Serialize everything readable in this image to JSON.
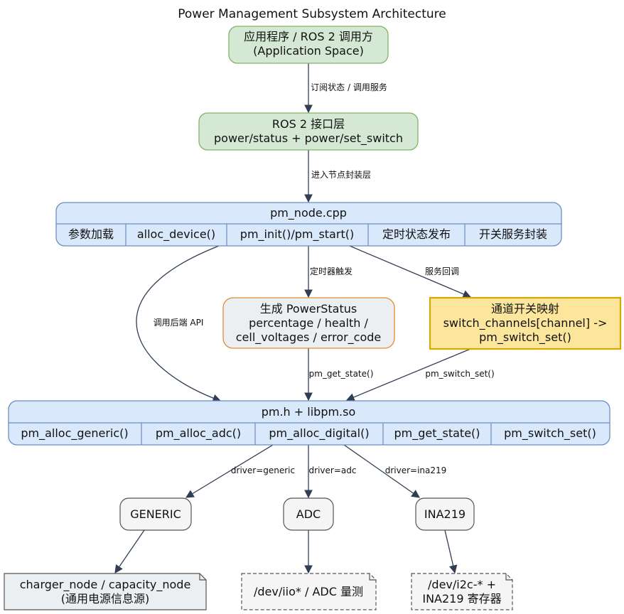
{
  "title": "Power Management Subsystem Architecture",
  "nodes": {
    "app": {
      "line1": "应用程序 / ROS 2 调用方",
      "line2": "(Application Space)"
    },
    "ros2": {
      "line1": "ROS 2 接口层",
      "line2": "power/status + power/set_switch"
    },
    "pm_node": {
      "title": "pm_node.cpp",
      "cells": [
        "参数加载",
        "alloc_device()",
        "pm_init()/pm_start()",
        "定时状态发布",
        "开关服务封装"
      ]
    },
    "powerstatus": {
      "line1": "生成 PowerStatus",
      "line2": "percentage / health /",
      "line3": "cell_voltages / error_code"
    },
    "switchmap": {
      "line1": "通道开关映射",
      "line2": "switch_channels[channel] ->",
      "line3": "pm_switch_set()"
    },
    "libpm": {
      "title": "pm.h + libpm.so",
      "cells": [
        "pm_alloc_generic()",
        "pm_alloc_adc()",
        "pm_alloc_digital()",
        "pm_get_state()",
        "pm_switch_set()"
      ]
    },
    "generic": {
      "label": "GENERIC"
    },
    "adc": {
      "label": "ADC"
    },
    "ina219": {
      "label": "INA219"
    },
    "charger": {
      "line1": "charger_node / capacity_node",
      "line2": "(通用电源信息源)"
    },
    "iio": {
      "label": "/dev/iio* / ADC 量测"
    },
    "i2c": {
      "line1": "/dev/i2c-* +",
      "line2": "INA219 寄存器"
    }
  },
  "edges": {
    "app_ros2": "订阅状态 / 调用服务",
    "ros2_pmnode": "进入节点封装层",
    "pmnode_status": "定时器触发",
    "pmnode_switch": "服务回调",
    "pmnode_libpm": "调用后端 API",
    "status_libpm": "pm_get_state()",
    "switch_libpm": "pm_switch_set()",
    "libpm_generic": "driver=generic",
    "libpm_adc": "driver=adc",
    "libpm_ina219": "driver=ina219"
  },
  "colors": {
    "green_fill": "#d5e8d4",
    "green_stroke": "#82b366",
    "blue_fill": "#dae8fc",
    "blue_stroke": "#6c8ebf",
    "gray_fill": "#eceff1",
    "orange_stroke": "#e08a2e",
    "yellow_fill": "#fbe69c",
    "yellow_stroke": "#d6a800",
    "drv_fill": "#f5f5f5",
    "drv_stroke": "#555555",
    "edge": "#2f3e55"
  }
}
